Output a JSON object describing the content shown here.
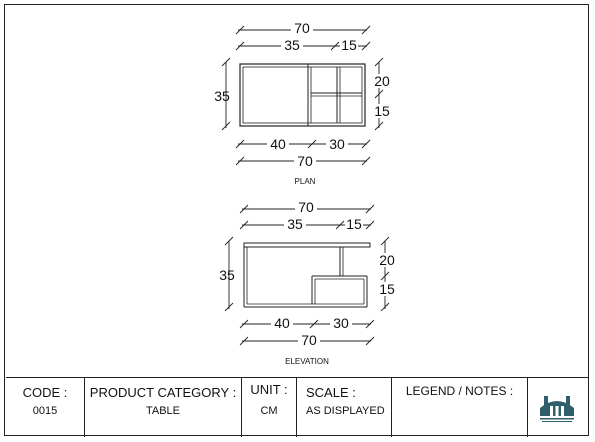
{
  "plan": {
    "caption": "PLAN",
    "dims": {
      "overall_top": "70",
      "top_left": "35",
      "top_right": "15",
      "left_height": "35",
      "right_upper": "20",
      "right_lower": "15",
      "bottom_left": "40",
      "bottom_right": "30",
      "overall_bottom": "70"
    }
  },
  "elevation": {
    "caption": "ELEVATION",
    "dims": {
      "overall_top": "70",
      "top_left": "35",
      "top_right": "15",
      "left_height": "35",
      "right_upper": "20",
      "right_lower": "15",
      "bottom_left": "40",
      "bottom_right": "30",
      "overall_bottom": "70"
    }
  },
  "title_block": {
    "code_label": "CODE :",
    "code_value": "0015",
    "category_label": "PRODUCT CATEGORY :",
    "category_value": "TABLE",
    "unit_label": "UNIT :",
    "unit_value": "CM",
    "scale_label": "SCALE :",
    "scale_value": "AS DISPLAYED",
    "legend_label": "LEGEND / NOTES :",
    "logo_icon": "building-logo-icon",
    "logo_color": "#2f5f6b"
  }
}
